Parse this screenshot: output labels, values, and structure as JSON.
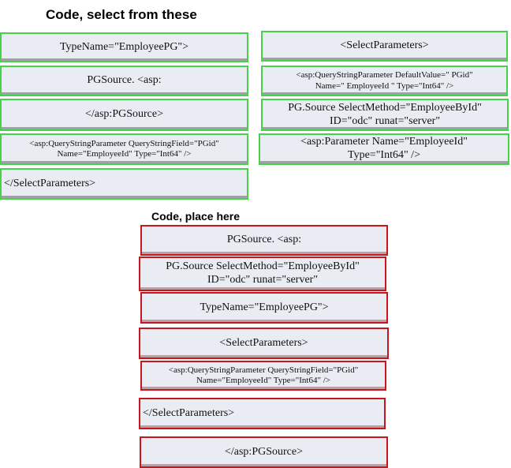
{
  "headings": {
    "select": "Code, select from these",
    "place": "Code, place here"
  },
  "source_tiles": [
    {
      "text": "TypeName=\"EmployeePG\">"
    },
    {
      "text": "<SelectParameters>"
    },
    {
      "text": "PGSource. <asp:"
    },
    {
      "text": "<asp:QueryStringParameter DefaultValue=\" PGid\"\nName=\" EmployeeId \" Type=\"Int64\" />"
    },
    {
      "text": "</asp:PGSource>"
    },
    {
      "text": "PG.Source SelectMethod=\"EmployeeById\"\nID=\"odc\" runat=\"server\""
    },
    {
      "text": "<asp:QueryStringParameter QueryStringField=\"PGid\"\nName=\"EmployeeId\" Type=\"Int64\" />"
    },
    {
      "text": "<asp:Parameter Name=\"EmployeeId\"\nType=\"Int64\" />"
    },
    {
      "text": "</SelectParameters>"
    }
  ],
  "placed_tiles": [
    {
      "text": "PGSource. <asp:"
    },
    {
      "text": "PG.Source SelectMethod=\"EmployeeById\"\nID=\"odc\" runat=\"server\""
    },
    {
      "text": "TypeName=\"EmployeePG\">"
    },
    {
      "text": "<SelectParameters>"
    },
    {
      "text": "<asp:QueryStringParameter QueryStringField=\"PGid\"\nName=\"EmployeeId\" Type=\"Int64\" />"
    },
    {
      "text": "</SelectParameters>"
    },
    {
      "text": "</asp:PGSource>"
    }
  ],
  "colors": {
    "source_border": "#45d34a",
    "placed_border": "#c8161d",
    "tile_background": "#e9ecf2"
  }
}
